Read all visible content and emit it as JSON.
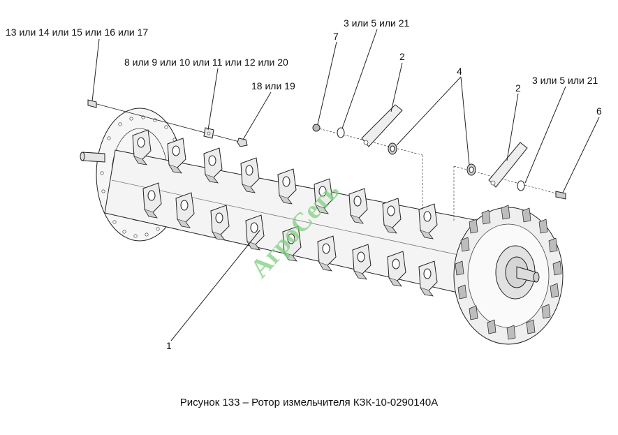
{
  "callouts": {
    "c1": "13 или 14 или 15 или 16 или 17",
    "c2": "8 или 9 или 10 или 11 или 12 или 20",
    "c3": "18 или 19",
    "c4": "7",
    "c5": "3 или 5 или 21",
    "c6": "2",
    "c7": "4",
    "c8": "2",
    "c9": "3 или 5 или 21",
    "c10": "6",
    "c11": "1"
  },
  "watermark": "АгроСеть",
  "caption": "Рисунок 133 – Ротор измельчителя КЗК-10-0290140А"
}
